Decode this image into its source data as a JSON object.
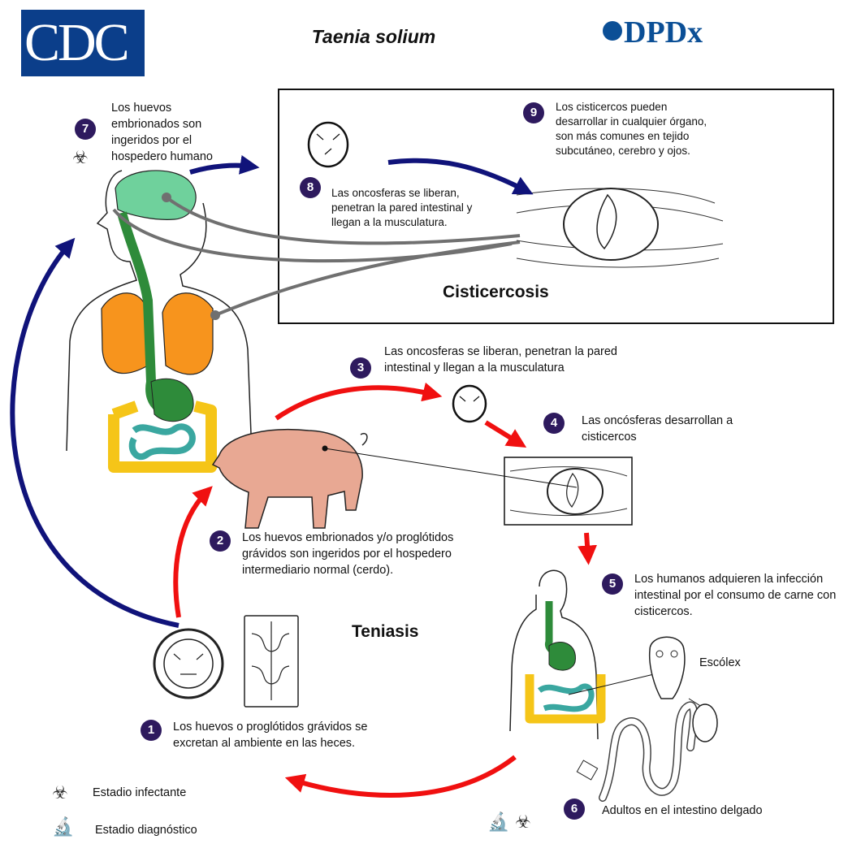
{
  "header": {
    "cdc_logo": "CDC",
    "title": "Taenia solium",
    "dpdx_logo": "DPDx"
  },
  "sections": {
    "cysticercosis": "Cisticercosis",
    "taeniasis": "Teniasis"
  },
  "steps": [
    {
      "number": "1",
      "text": "Los huevos o proglótidos grávidos se excretan al ambiente en las heces."
    },
    {
      "number": "2",
      "text": "Los huevos embrionados y/o proglótidos grávidos son ingeridos  por el hospedero intermediario normal  (cerdo)."
    },
    {
      "number": "3",
      "text": "Las oncosferas se liberan, penetran la pared intestinal y llegan a la musculatura"
    },
    {
      "number": "4",
      "text": "Las oncósferas desarrollan a cisticercos"
    },
    {
      "number": "5",
      "text": "Los humanos adquieren la infección intestinal por el consumo de carne con cisticercos."
    },
    {
      "number": "6",
      "text": "Adultos en el intestino delgado"
    },
    {
      "number": "7",
      "text": "Los huevos embrionados son ingeridos por el hospedero humano"
    },
    {
      "number": "8",
      "text": "Las oncosferas se liberan, penetran la pared intestinal y llegan a la musculatura."
    },
    {
      "number": "9",
      "text": "Los cisticercos pueden desarrollar in cualquier órgano, son más comunes en tejido subcutáneo, cerebro y ojos."
    }
  ],
  "labels": {
    "scolex": "Escólex"
  },
  "legend": {
    "infective": {
      "icon": "biohazard-icon",
      "label": "Estadio infectante"
    },
    "diagnostic": {
      "icon": "microscope-icon",
      "label": "Estadio diagnóstico"
    }
  },
  "colors": {
    "human_cycle_arrow": "#10137a",
    "pig_cycle_arrow": "#f01010",
    "badge": "#2e1a5e",
    "brain": "#6fd19c",
    "lungs": "#f7941d",
    "digestive_tract": "#2e8b3a",
    "colon": "#f5c518",
    "small_intestine": "#3aa7a0",
    "pig": "#e8a893",
    "connector_line": "#707070"
  }
}
